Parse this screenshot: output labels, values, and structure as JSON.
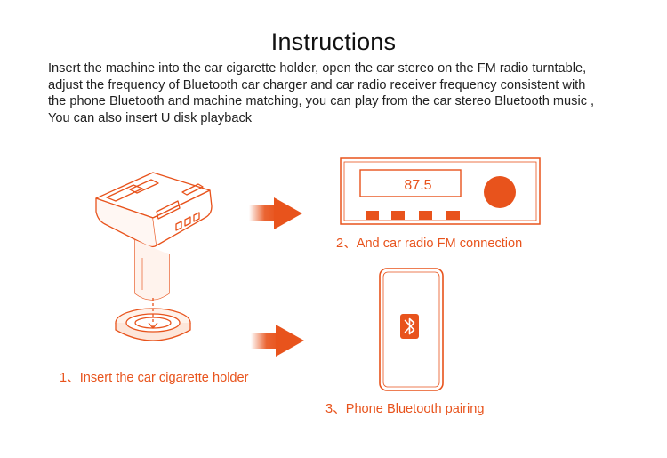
{
  "title": "Instructions",
  "description_lines": [
    "Insert the machine into the car cigarette holder, open the car stereo on the FM radio turntable,",
    "adjust the frequency of Bluetooth car charger and car radio receiver frequency consistent with",
    "the phone Bluetooth and machine matching, you can play from the car stereo Bluetooth music ,",
    "You can also insert U disk playback"
  ],
  "steps": [
    {
      "label": "1、Insert the car cigarette holder",
      "icon": "car-charger-icon"
    },
    {
      "label": "2、And car radio FM connection",
      "icon": "car-radio-icon"
    },
    {
      "label": "3、Phone Bluetooth pairing",
      "icon": "phone-bluetooth-icon"
    }
  ],
  "radio": {
    "frequency": "87.5"
  },
  "colors": {
    "accent": "#e8531c",
    "text": "#222222"
  }
}
